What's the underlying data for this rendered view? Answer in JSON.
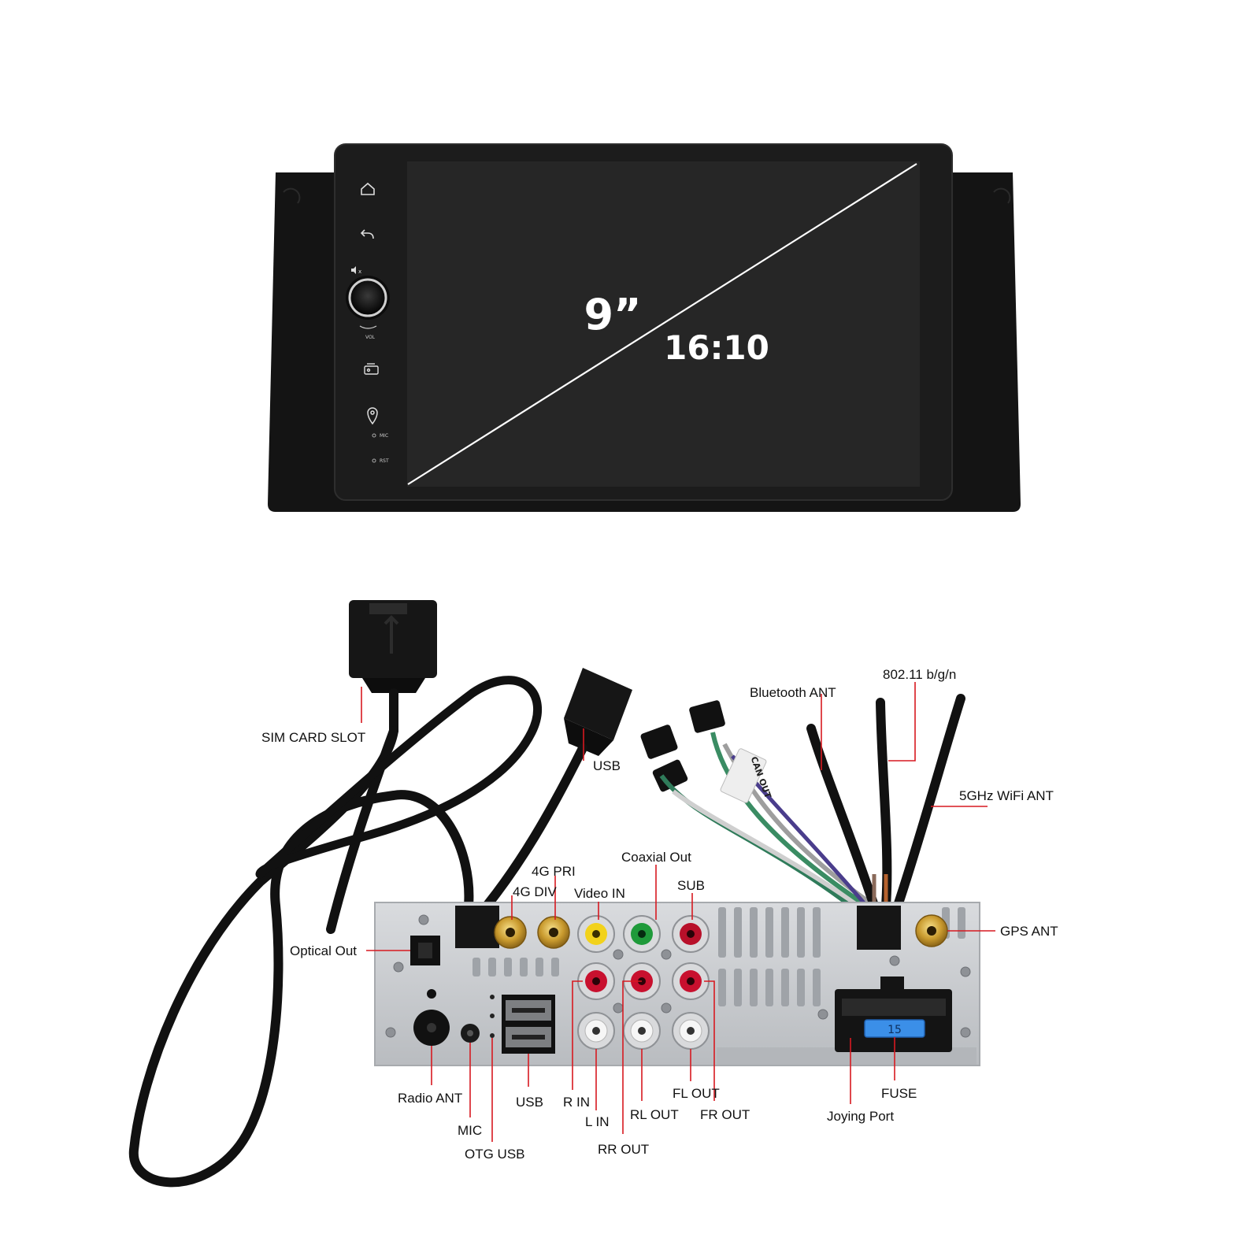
{
  "colors": {
    "leader_line": "#d71920",
    "panel_metal": "#c9ccd0",
    "bezel": "#141414",
    "screen": "#262626",
    "rca_red": "#c8102e",
    "rca_white": "#f2f2f2",
    "rca_yellow": "#f2d21b",
    "rca_green": "#1f9a3a",
    "fuse_blue": "#3b8fe8"
  },
  "head_unit": {
    "size_label": "9”",
    "ratio_label": "16:10",
    "side_buttons": [
      {
        "icon": "home-icon"
      },
      {
        "icon": "back-icon"
      },
      {
        "icon": "mute-icon"
      },
      {
        "icon": "volume-knob-icon",
        "caption": "VOL"
      },
      {
        "icon": "radio-icon"
      },
      {
        "icon": "gps-pin-icon"
      }
    ],
    "mic_label": "MIC",
    "rst_label": "RST"
  },
  "callouts": [
    {
      "id": "sim-card-slot",
      "label": "SIM CARD SLOT"
    },
    {
      "id": "usb-cable",
      "label": "USB"
    },
    {
      "id": "bluetooth-ant",
      "label": "Bluetooth ANT"
    },
    {
      "id": "wifi-80211",
      "label": "802.11 b/g/n"
    },
    {
      "id": "wifi-5ghz",
      "label": "5GHz WiFi ANT"
    },
    {
      "id": "coaxial-out",
      "label": "Coaxial Out"
    },
    {
      "id": "4g-pri",
      "label": "4G PRI"
    },
    {
      "id": "4g-div",
      "label": "4G DIV"
    },
    {
      "id": "video-in",
      "label": "Video IN"
    },
    {
      "id": "sub",
      "label": "SUB"
    },
    {
      "id": "gps-ant",
      "label": "GPS ANT"
    },
    {
      "id": "optical-out",
      "label": "Optical Out"
    },
    {
      "id": "radio-ant",
      "label": "Radio ANT"
    },
    {
      "id": "mic",
      "label": "MIC"
    },
    {
      "id": "otg-usb",
      "label": "OTG USB"
    },
    {
      "id": "usb-port",
      "label": "USB"
    },
    {
      "id": "r-in",
      "label": "R IN"
    },
    {
      "id": "l-in",
      "label": "L IN"
    },
    {
      "id": "rr-out",
      "label": "RR OUT"
    },
    {
      "id": "rl-out",
      "label": "RL OUT"
    },
    {
      "id": "fl-out",
      "label": "FL OUT"
    },
    {
      "id": "fr-out",
      "label": "FR OUT"
    },
    {
      "id": "joying-port",
      "label": "Joying Port"
    },
    {
      "id": "fuse",
      "label": "FUSE"
    }
  ],
  "parts": {
    "fuse_value": "15",
    "can_tag": "CAN OUT"
  }
}
